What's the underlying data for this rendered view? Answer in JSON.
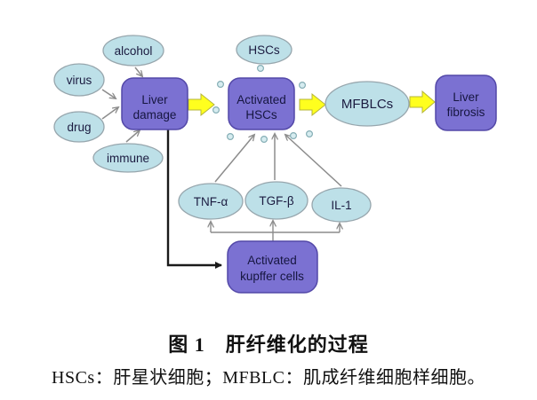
{
  "diagram": {
    "ellipses": {
      "alcohol": "alcohol",
      "virus": "virus",
      "drug": "drug",
      "immune": "immune",
      "hscs": "HSCs",
      "mfblcs": "MFBLCs",
      "tnf_alpha": "TNF-α",
      "tgf_beta": "TGF-β",
      "il_1": "IL-1"
    },
    "boxes": {
      "liver_damage": [
        "Liver",
        "damage"
      ],
      "activated_hscs": [
        "Activated",
        "HSCs"
      ],
      "liver_fibrosis": [
        "Liver",
        "fibrosis"
      ],
      "activated_kupffer": [
        "Activated",
        "kupffer cells"
      ]
    },
    "colors": {
      "ellipse_fill": "#bde0e8",
      "ellipse_stroke": "#97a6ad",
      "box_fill": "#7b71d2",
      "box_stroke": "#5348a8",
      "arrow_yellow_fill": "#ffff1e",
      "arrow_yellow_stroke": "#b5b53a",
      "thin_arrow": "#8c8c8c",
      "black_arrow": "#1a1a1a",
      "bubble_fill": "#d6ecf0",
      "bubble_stroke": "#85aeb5"
    }
  },
  "caption": {
    "title": "图 1　肝纤维化的过程",
    "note": "HSCs：肝星状细胞；MFBLC：肌成纤维细胞样细胞。"
  }
}
